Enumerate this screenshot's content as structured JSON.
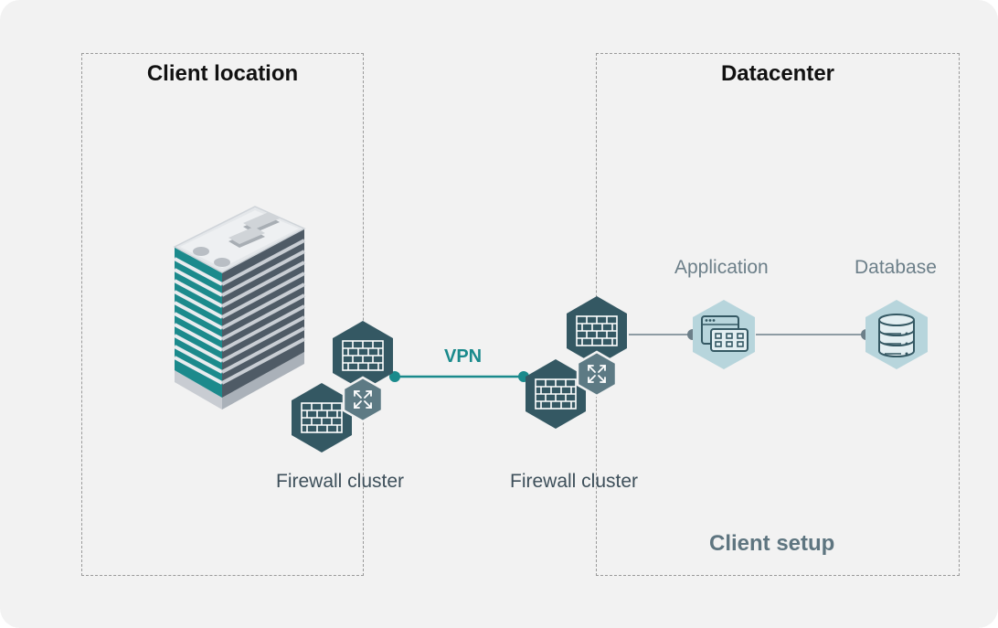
{
  "zones": {
    "client_location": {
      "title": "Client location"
    },
    "datacenter": {
      "title": "Datacenter",
      "footer": "Client setup"
    }
  },
  "links": {
    "vpn_label": "VPN"
  },
  "nodes": {
    "client_firewall": {
      "label": "Firewall cluster"
    },
    "dc_firewall": {
      "label": "Firewall cluster"
    },
    "application": {
      "label": "Application"
    },
    "database": {
      "label": "Database"
    }
  },
  "colors": {
    "firewall_dark": "#345863",
    "router_hex": "#5d7a84",
    "node_light": "#b7d5dc",
    "vpn_line": "#1a8a8c",
    "link_line": "#6c7f89",
    "building_teal": "#1c8a8c"
  },
  "icons": [
    "building-icon",
    "firewall-icon",
    "router-icon",
    "application-icon",
    "database-icon"
  ]
}
